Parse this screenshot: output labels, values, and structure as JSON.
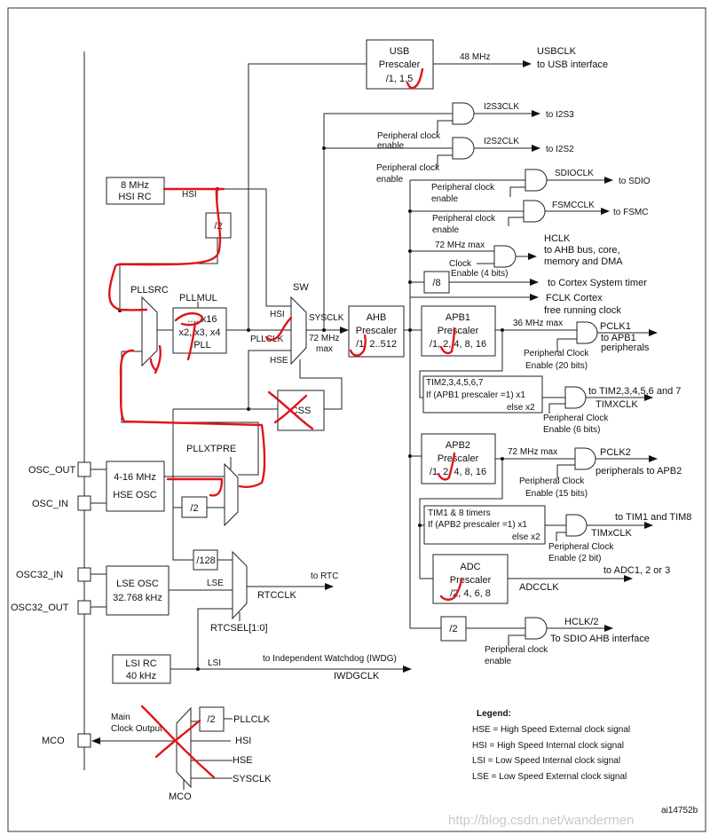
{
  "usb": {
    "title": "USB",
    "sub": "Prescaler",
    "div": "/1, 1.5",
    "freq": "48 MHz",
    "out": "USBCLK",
    "dest": "to USB interface"
  },
  "i2s3": {
    "out": "I2S3CLK",
    "dest": "to I2S3",
    "en1": "Peripheral clock",
    "en2": "enable"
  },
  "i2s2": {
    "out": "I2S2CLK",
    "dest": "to I2S2",
    "en1": "Peripheral clock",
    "en2": "enable"
  },
  "sdio": {
    "out": "SDIOCLK",
    "dest": "to SDIO",
    "en1": "Peripheral clock",
    "en2": "enable"
  },
  "fsmc": {
    "out": "FSMCCLK",
    "dest": "to FSMC",
    "en1": "Peripheral clock",
    "en2": "enable"
  },
  "hclk": {
    "max": "72 MHz max",
    "out": "HCLK",
    "dest1": "to AHB bus, core,",
    "dest2": "memory and DMA",
    "en1": "Clock",
    "en2": "Enable (4 bits)"
  },
  "systick": {
    "div": "/8",
    "dest": "to Cortex System timer"
  },
  "fclk": {
    "l1": "FCLK Cortex",
    "l2": "free running clock"
  },
  "hsi": {
    "l1": "8 MHz",
    "l2": "HSI RC",
    "label": "HSI",
    "div": "/2"
  },
  "pllsrc": {
    "label": "PLLSRC"
  },
  "pll": {
    "mul": "PLLMUL",
    "l1": "..., x16",
    "l2": "x2, x3, x4",
    "l3": "PLL"
  },
  "sw": {
    "label": "SW",
    "in_hsi": "HSI",
    "in_pll": "PLLCLK",
    "in_hse": "HSE",
    "out": "SYSCLK",
    "max1": "72 MHz",
    "max2": "max"
  },
  "ahb": {
    "title": "AHB",
    "sub": "Prescaler",
    "div": "/1, 2..512"
  },
  "apb1": {
    "title": "APB1",
    "sub": "Prescaler",
    "div": "/1, 2, 4, 8, 16",
    "max": "36 MHz max",
    "out": "PCLK1",
    "dest1": "to APB1",
    "dest2": "peripherals",
    "en1": "Peripheral Clock",
    "en2": "Enable (20 bits)"
  },
  "tim2": {
    "l1": "TIM2,3,4,5,6,7",
    "l2": "If (APB1 prescaler =1) x1",
    "l3": "else  x2",
    "dest": "to TIM2,3,4,5,6 and 7",
    "out": "TIMXCLK",
    "en1": "Peripheral Clock",
    "en2": "Enable (6 bits)"
  },
  "apb2": {
    "title": "APB2",
    "sub": "Prescaler",
    "div": "/1, 2, 4, 8, 16",
    "max": "72 MHz max",
    "out": "PCLK2",
    "dest": "peripherals to APB2",
    "en1": "Peripheral Clock",
    "en2": "Enable (15 bits)"
  },
  "tim1": {
    "l1": "TIM1 & 8 timers",
    "l2": "If (APB2 prescaler =1) x1",
    "l3": "else x2",
    "dest": "to TIM1 and TIM8",
    "out": "TIMxCLK",
    "en1": "Peripheral Clock",
    "en2": "Enable (2 bit)"
  },
  "adc": {
    "title": "ADC",
    "sub": "Prescaler",
    "div": "/2, 4, 6, 8",
    "dest": "to ADC1, 2 or 3",
    "out": "ADCCLK"
  },
  "hclk2": {
    "div": "/2",
    "out": "HCLK/2",
    "dest": "To SDIO AHB interface",
    "en1": "Peripheral clock",
    "en2": "enable"
  },
  "pins": {
    "osc_out": "OSC_OUT",
    "osc_in": "OSC_IN",
    "osc32_in": "OSC32_IN",
    "osc32_out": "OSC32_OUT",
    "mco": "MCO"
  },
  "hse": {
    "l1": "4-16 MHz",
    "l2": "HSE OSC",
    "div": "/2",
    "pllxtpre": "PLLXTPRE",
    "css": "CSS"
  },
  "lse": {
    "l1": "LSE OSC",
    "l2": "32.768 kHz",
    "label": "LSE",
    "div": "/128",
    "rtc_dest": "to RTC",
    "rtc_out": "RTCCLK",
    "rtcsel": "RTCSEL[1:0]"
  },
  "lsi": {
    "l1": "LSI RC",
    "l2": "40 kHz",
    "label": "LSI",
    "dest": "to Independent Watchdog (IWDG)",
    "out": "IWDGCLK"
  },
  "mco": {
    "l1": "Main",
    "l2": "Clock Output",
    "div": "/2",
    "in1": "PLLCLK",
    "in2": "HSI",
    "in3": "HSE",
    "in4": "SYSCLK",
    "label": "MCO"
  },
  "legend": {
    "title": "Legend:",
    "items": [
      "HSE = High Speed External clock signal",
      "HSI = High Speed Internal clock signal",
      "LSI = Low Speed Internal clock signal",
      "LSE = Low Speed External clock signal"
    ]
  },
  "figure_id": "ai14752b",
  "watermark": "http://blog.csdn.net/wandermen",
  "colors": {
    "line": "#222222",
    "annotation": "#e0141b"
  }
}
